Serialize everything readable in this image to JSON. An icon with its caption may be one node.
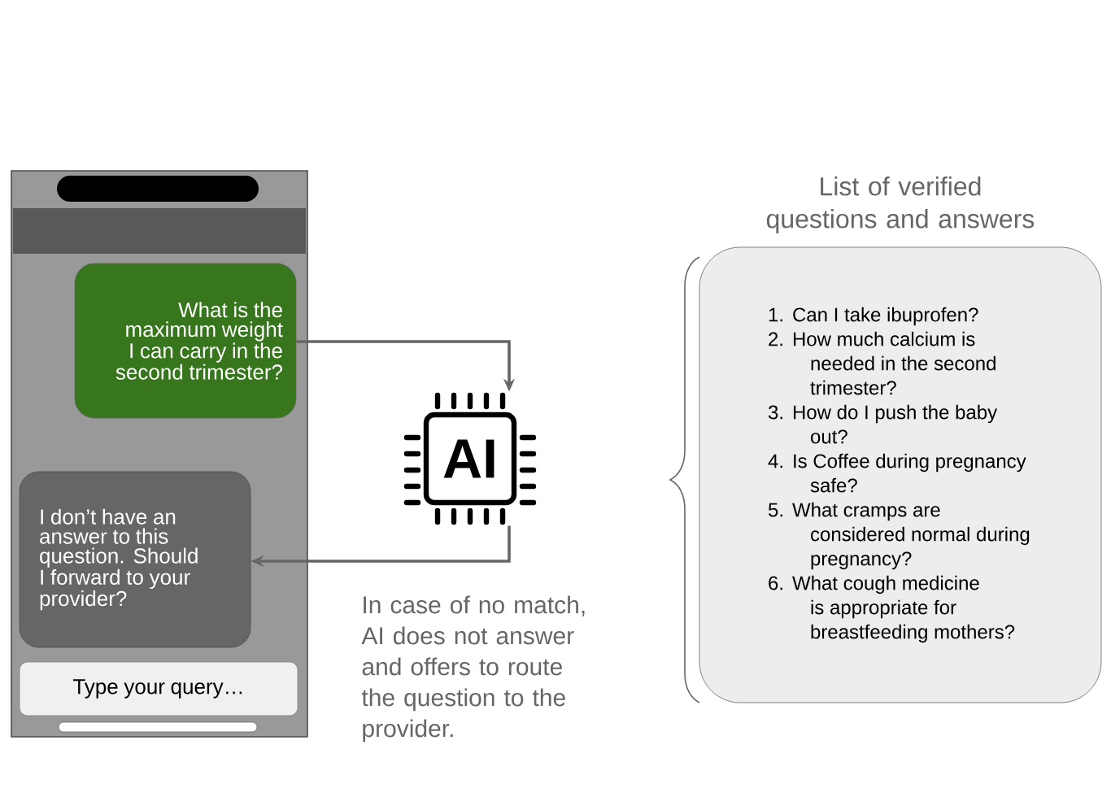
{
  "diagram": {
    "nodes": [
      {
        "text": [],
        "shape": "box"
      },
      {
        "text": [
          "What is the maximum weight I can carry in the second trimester?"
        ],
        "in": 0
      },
      {
        "text": [
          "I don’t have an answer to this question. Should I forward to your provider?"
        ],
        "in": 0
      },
      {
        "text": [
          "Type your query…"
        ],
        "in": 0
      },
      {
        "text": [
          "AI"
        ]
      },
      {
        "text": [
          "List of verified questions and answers",
          "1. Can I take ibuprofen?",
          "2. How much calcium is needed in the second trimester?",
          "3. How do I push the baby out?",
          "4. Is Coffee during pregnancy safe?",
          "5. What cramps are considered normal during pregnancy?",
          "6. What cough medicine is appropriate for breastfeeding mothers?"
        ]
      }
    ],
    "edges": [
      {
        "from": 1,
        "to": 4,
        "arrow": "to"
      },
      {
        "from": 4,
        "to": 2,
        "arrow": "to"
      }
    ],
    "labels": [
      "In case of no match, AI does not answer and offers to route the question to the provider."
    ]
  }
}
